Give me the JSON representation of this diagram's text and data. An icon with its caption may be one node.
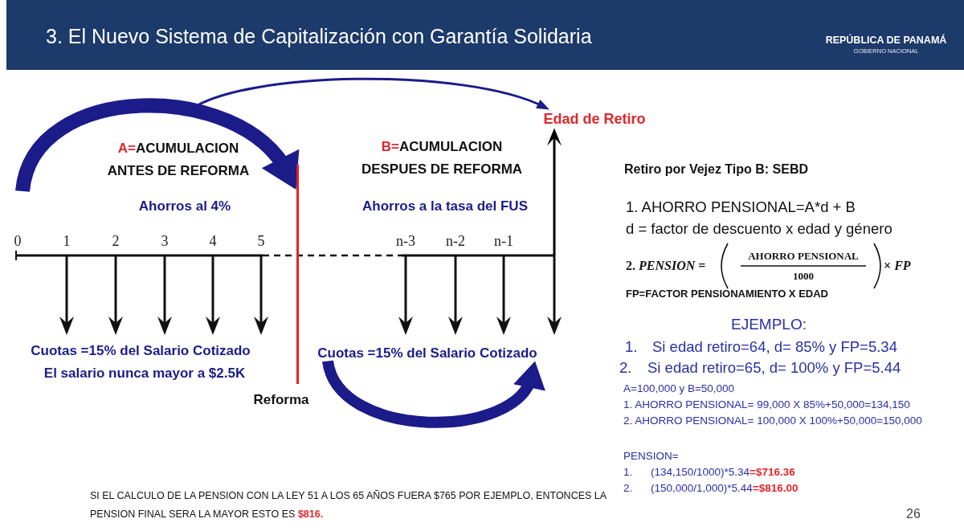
{
  "diagram": {
    "title": "3. El Nuevo Sistema de Capitalización con Garantía Solidaria",
    "nodes": [
      {
        "text": [
          "Edad de Retiro"
        ]
      },
      {
        "text": [],
        "shape": "bar",
        "beside": [
          "Reforma"
        ]
      },
      {
        "text": [
          "Cuotas =15% del Salario Cotizado"
        ]
      }
    ],
    "edges": [
      {
        "from": null,
        "to": 1,
        "arrow": "to",
        "style": "thick"
      },
      {
        "from": null,
        "to": 0,
        "arrow": "to"
      },
      {
        "from": null,
        "to": 0,
        "arrow": "to",
        "color": "#000000"
      },
      {
        "from": 2,
        "to": 2,
        "arrow": "to",
        "style": "thick"
      }
    ],
    "labels": [
      "REPÚBLICA DE PANAMÁ",
      "GOBIERNO NACIONAL",
      "A=ACUMULACION ANTES DE REFORMA",
      "B=ACUMULACION DESPUES DE REFORMA",
      "Retiro por Vejez Tipo B: SEBD",
      "Ahorros al 4%",
      "Ahorros a la tasa del FUS",
      "1. AHORRO PENSIONAL=A*d + B",
      "d = factor de descuento x edad y género",
      "0",
      "1",
      "2",
      "3",
      "4",
      "5",
      "n-3",
      "n-2",
      "n-1",
      "2. *PENSION* =",
      "AHORRO PENSIONAL",
      "1000",
      "× *FP*",
      "FP=FACTOR PENSIONAMIENTO X EDAD",
      "EJEMPLO:",
      "Cuotas =15% del Salario Cotizado",
      "1. Si edad retiro=64, d= 85% y FP=5.34",
      "El salario nunca mayor a $2.5K",
      "2. Si edad retiro=65, d= 100% y FP=5.44",
      "A=100,000 y B=50,000",
      "1. AHORRO PENSIONAL= 99,000 X 85%+50,000=134,150",
      "2. AHORRO PENSIONAL= 100,000 X 100%+50,000=150,000",
      "PENSION=",
      "1. (134,150/1000)*5.34=$716.36",
      "2. (150,000/1,000)*5.44=$816.00",
      "SI EL CALCULO DE LA PENSION CON LA LEY 51 A LOS 65 AÑOS FUERA $765 POR EJEMPLO, ENTONCES LA PENSION FINAL SERA LA MAYOR ESTO ES $816.",
      "26"
    ]
  }
}
